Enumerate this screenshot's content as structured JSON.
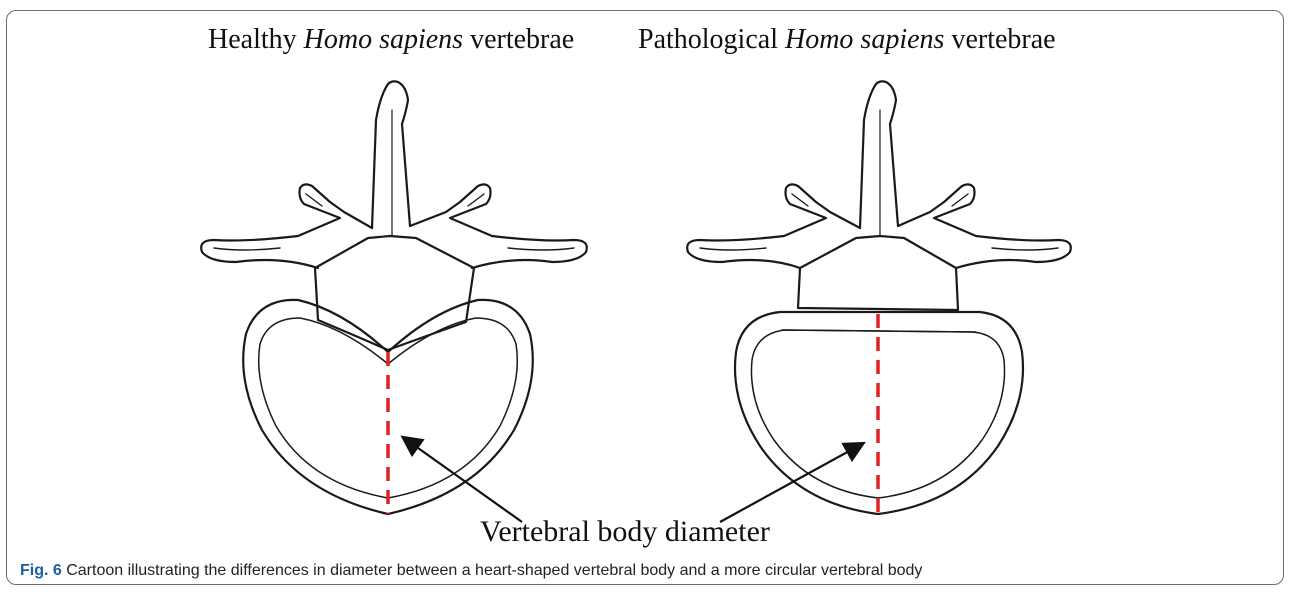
{
  "panels": [
    {
      "title_prefix": "Healthy ",
      "title_italic": "Homo sapiens",
      "title_suffix": " vertebrae"
    },
    {
      "title_prefix": "Pathological ",
      "title_italic": "Homo sapiens",
      "title_suffix": " vertebrae"
    }
  ],
  "annotation": {
    "label": "Vertebral body diameter"
  },
  "caption": {
    "label": "Fig. 6",
    "text": " Cartoon illustrating the differences in diameter between a heart-shaped vertebral body and a more circular vertebral body"
  },
  "colors": {
    "diameter_line": "#e02020",
    "outline": "#1a1a1a"
  }
}
